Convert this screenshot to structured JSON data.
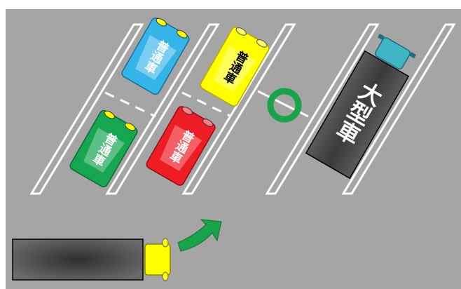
{
  "colors": {
    "lot": "#a5a5a5",
    "line": "#ffffff",
    "blue": "#35b4e9",
    "yellow": "#ffff00",
    "green": "#16a550",
    "red": "#ee1c25",
    "trucks_cab": "#ffff00",
    "big_cab": "#3fb5c6",
    "trailer": "#4a4a4a",
    "circle": "#1aa34a",
    "arrow": "#1aa34a"
  },
  "cars": {
    "blue": {
      "text": "普通車"
    },
    "yellow": {
      "text": "普通車"
    },
    "green": {
      "text": "普通車"
    },
    "red": {
      "text": "普通車"
    }
  },
  "big_truck": {
    "text": "大型車"
  },
  "icons": {
    "ok_mark": "circle-ok-icon",
    "turn_arrow": "curved-arrow-icon"
  }
}
